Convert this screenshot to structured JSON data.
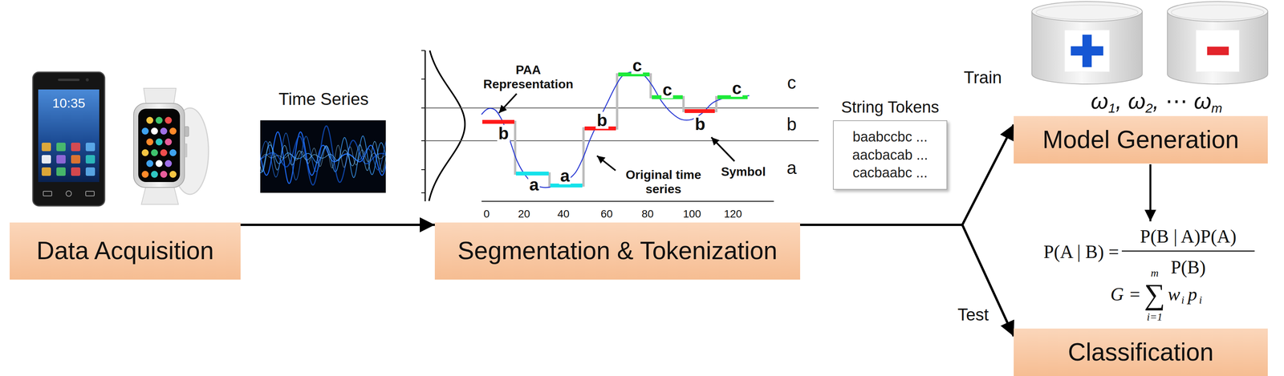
{
  "diagram": {
    "nodes": [
      {
        "text": [
          "Data Acquisition"
        ]
      },
      {
        "text": [
          "Segmentation & Tokenization"
        ]
      },
      {
        "text": [
          "String Tokens",
          "baabccbc ...",
          "aacbacab ...",
          "cacbaabc ..."
        ]
      },
      {
        "text": [
          "Model Generation"
        ]
      },
      {
        "text": [
          "Classification"
        ]
      }
    ],
    "edges": [
      {
        "from": 0,
        "to": 1,
        "arrow": "to",
        "label": "Time Series"
      },
      {
        "from": 1,
        "to": 3,
        "arrow": "to",
        "label": "Train"
      },
      {
        "from": 1,
        "to": 4,
        "arrow": "to",
        "label": "Test"
      }
    ],
    "labels": [
      "10:35",
      "PAA Representation",
      "b",
      "a",
      "a",
      "b",
      "c",
      "c",
      "b",
      "c",
      "Original time series",
      "Symbol",
      "c",
      "b",
      "a",
      "0",
      "20",
      "40",
      "60",
      "80",
      "100",
      "120",
      "ω",
      "1",
      ", ω",
      "2",
      ", ⋯ ω",
      "m",
      "P(A | B) =",
      "P(B | A)P(A)",
      "P(B)",
      "G =",
      "∑",
      "m",
      "i=1",
      "w",
      "i",
      "p",
      "i"
    ]
  }
}
